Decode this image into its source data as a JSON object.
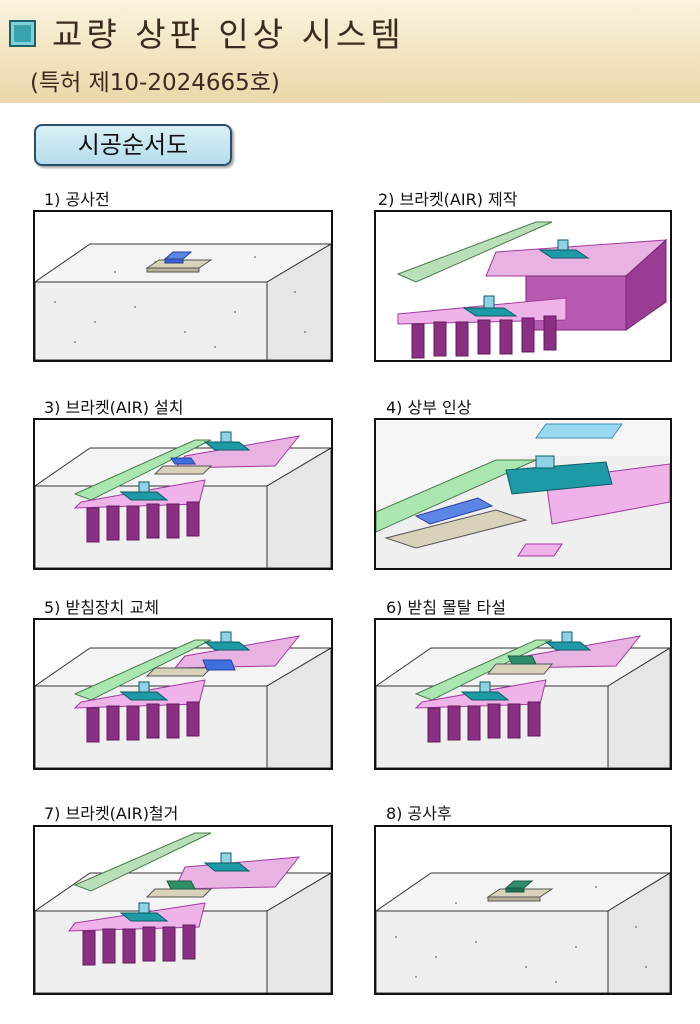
{
  "header": {
    "title": "교량 상판 인상 시스템",
    "patent": "(특허 제10-2024665호)"
  },
  "section": {
    "title": "시공순서도"
  },
  "steps": [
    {
      "label": "1) 공사전"
    },
    {
      "label": "2) 브라켓(AIR) 제작"
    },
    {
      "label": "3) 브라켓(AIR) 설치"
    },
    {
      "label": "4) 상부 인상"
    },
    {
      "label": "5) 받침장치 교체"
    },
    {
      "label": "6) 받침 몰탈 타설"
    },
    {
      "label": "7) 브라켓(AIR)철거"
    },
    {
      "label": "8) 공사후"
    }
  ],
  "colors": {
    "header_bg": "#f1e2bd",
    "accent_square": "#3aa2ad",
    "section_button": "#b5dceb",
    "concrete": "#f2f2f2",
    "bracket_magenta": "#c05ab8",
    "plate_pink": "#efb3ea",
    "air_green": "#a9e6b0",
    "bearing_blue": "#3d6fe0",
    "jack_teal": "#1e9aa6",
    "base_beige": "#d8d2bb"
  }
}
